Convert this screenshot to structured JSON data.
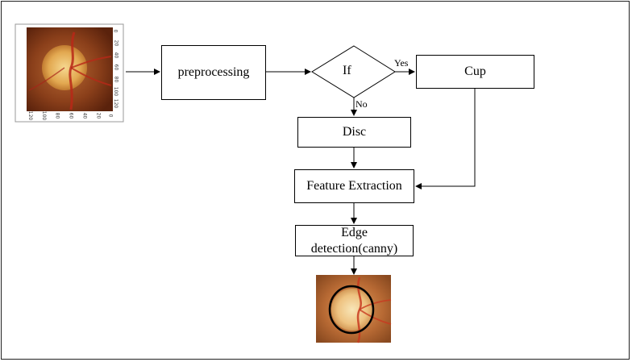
{
  "diagram": {
    "nodes": {
      "preprocessing": "preprocessing",
      "decision": "If",
      "cup": "Cup",
      "disc": "Disc",
      "feature_extraction": "Feature Extraction",
      "edge_detection": "Edge detection(canny)"
    },
    "edges": {
      "yes": "Yes",
      "no": "No"
    },
    "input_image": {
      "y_ticks": [
        "0",
        "20",
        "40",
        "60",
        "80",
        "100",
        "120"
      ],
      "x_ticks": [
        "0",
        "20",
        "40",
        "60",
        "80",
        "100",
        "120"
      ]
    }
  },
  "colors": {
    "fundus_dark": "#6b2a10",
    "fundus_mid": "#a85a2c",
    "disc": "#e8b860",
    "vessel": "#b82818",
    "contour": "#000000"
  }
}
